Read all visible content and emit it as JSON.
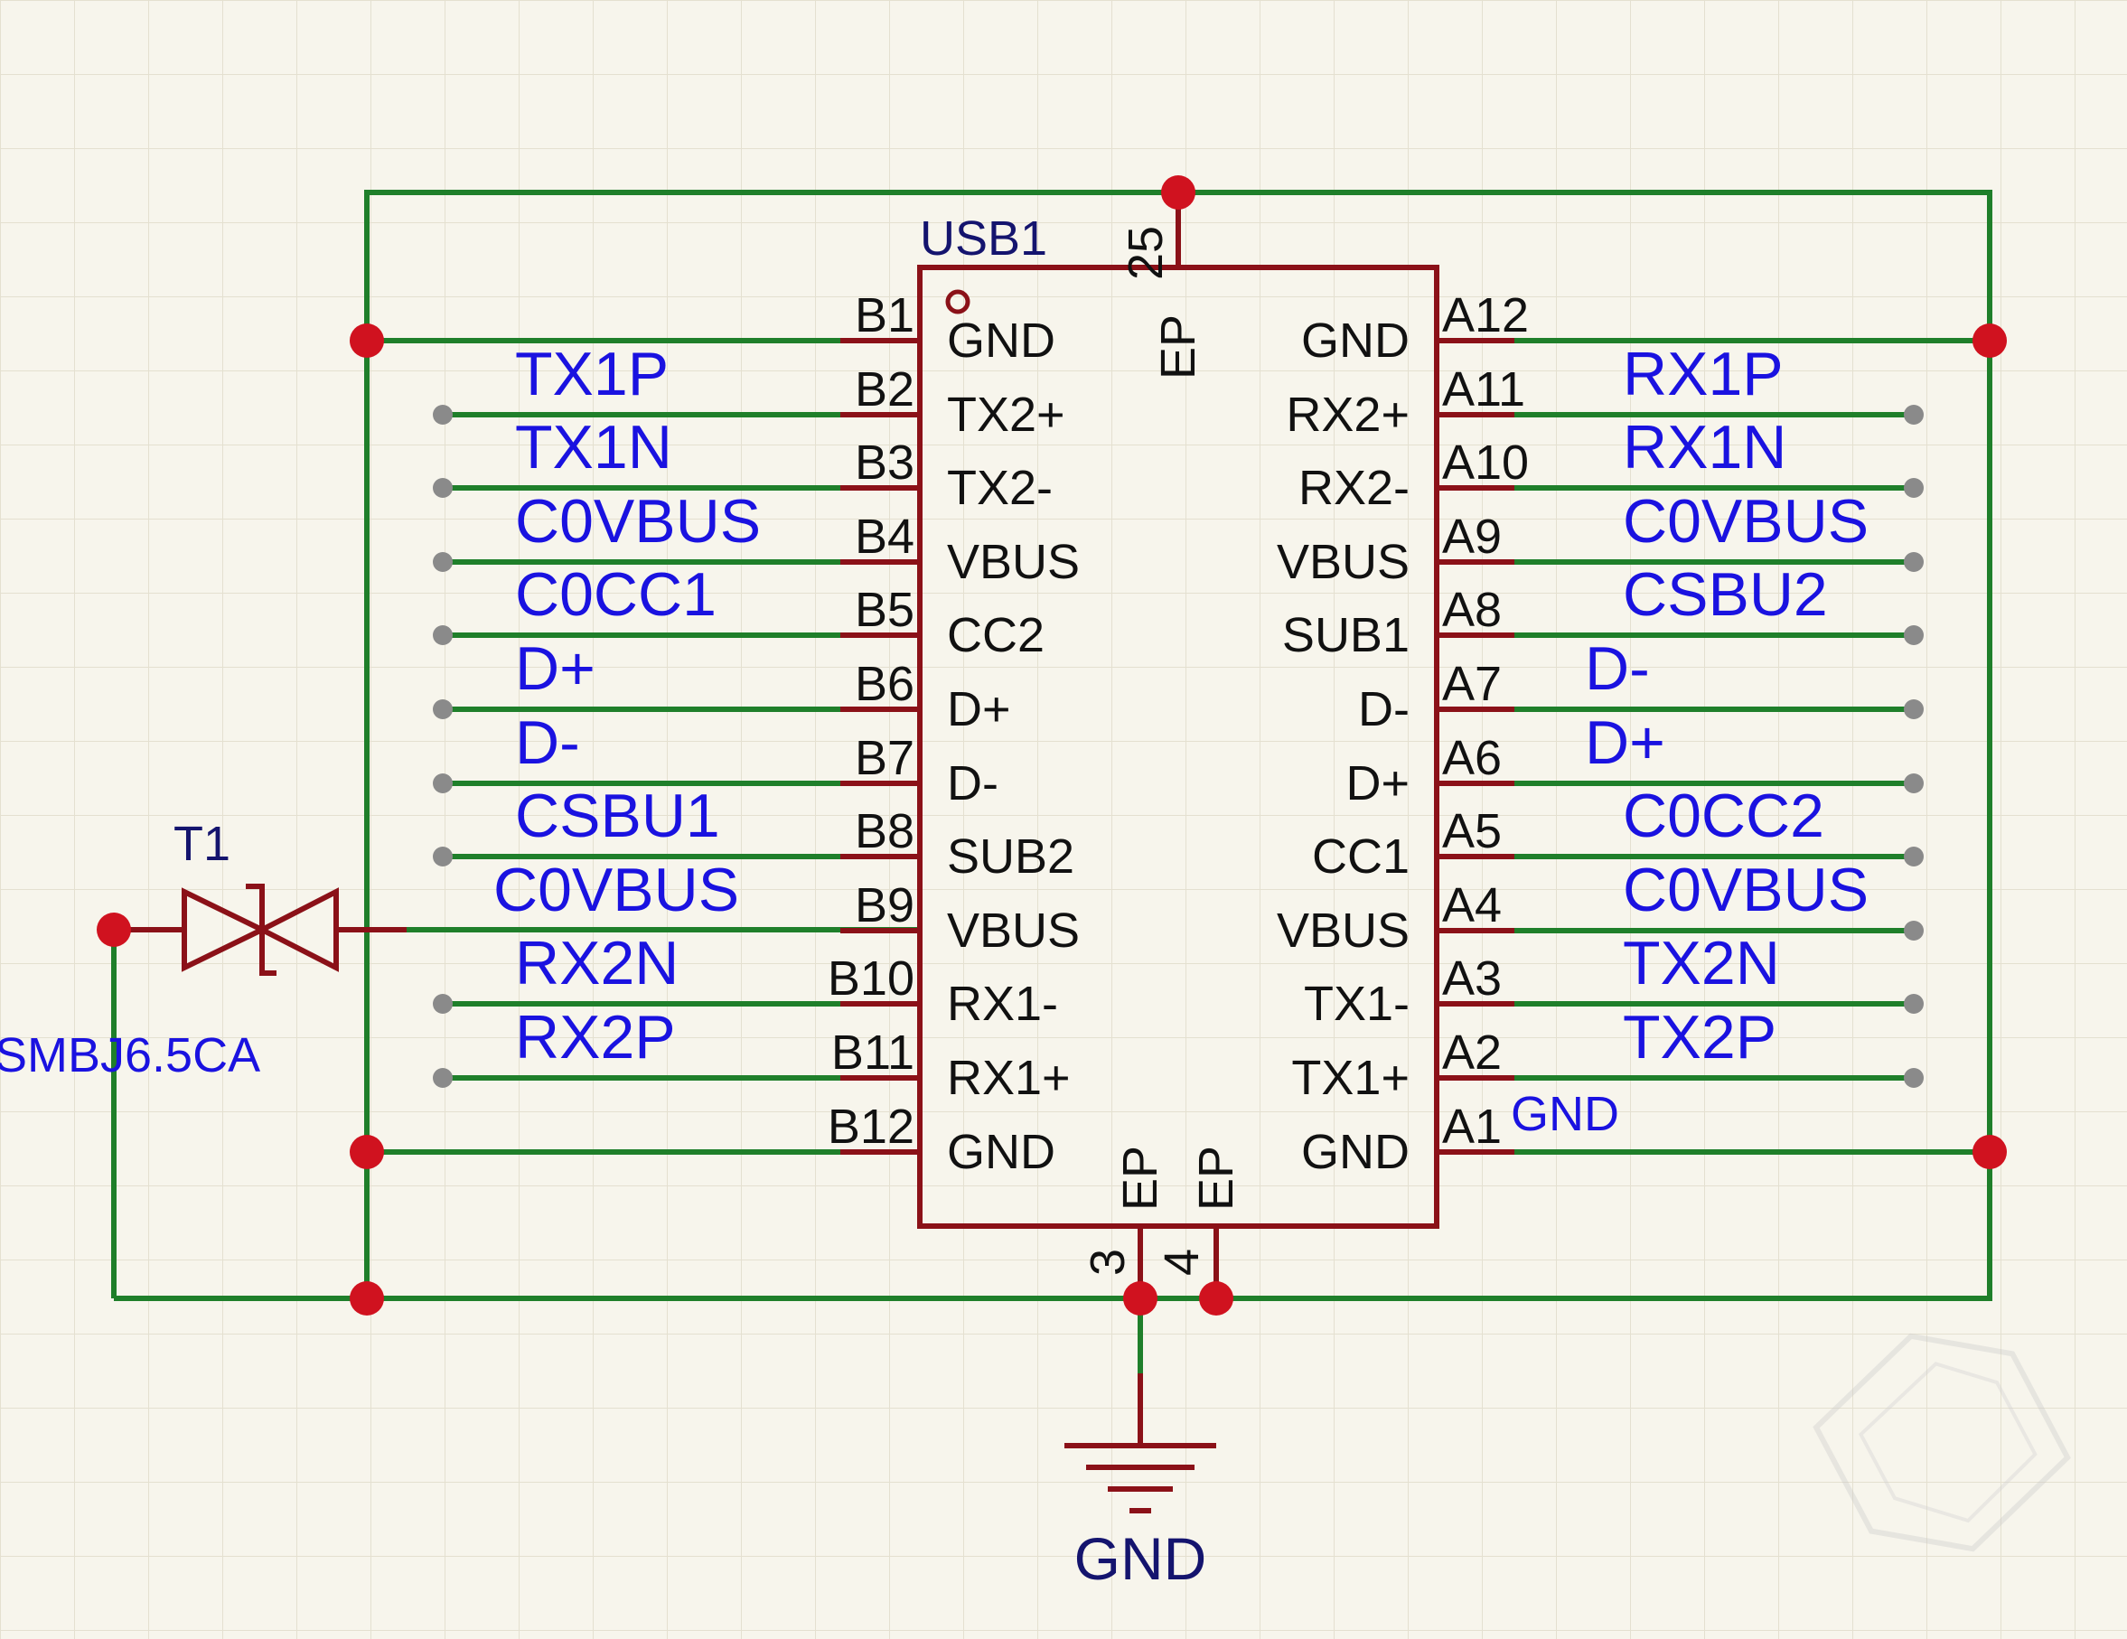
{
  "component": {
    "designator": "USB1",
    "left_pins": [
      {
        "num": "B1",
        "name": "GND",
        "net": ""
      },
      {
        "num": "B2",
        "name": "TX2+",
        "net": "TX1P"
      },
      {
        "num": "B3",
        "name": "TX2-",
        "net": "TX1N"
      },
      {
        "num": "B4",
        "name": "VBUS",
        "net": "C0VBUS"
      },
      {
        "num": "B5",
        "name": "CC2",
        "net": "C0CC1"
      },
      {
        "num": "B6",
        "name": "D+",
        "net": "D+"
      },
      {
        "num": "B7",
        "name": "D-",
        "net": "D-"
      },
      {
        "num": "B8",
        "name": "SUB2",
        "net": "CSBU1"
      },
      {
        "num": "B9",
        "name": "VBUS",
        "net": "C0VBUS"
      },
      {
        "num": "B10",
        "name": "RX1-",
        "net": "RX2N"
      },
      {
        "num": "B11",
        "name": "RX1+",
        "net": "RX2P"
      },
      {
        "num": "B12",
        "name": "GND",
        "net": ""
      }
    ],
    "right_pins": [
      {
        "num": "A12",
        "name": "GND",
        "net": ""
      },
      {
        "num": "A11",
        "name": "RX2+",
        "net": "RX1P"
      },
      {
        "num": "A10",
        "name": "RX2-",
        "net": "RX1N"
      },
      {
        "num": "A9",
        "name": "VBUS",
        "net": "C0VBUS"
      },
      {
        "num": "A8",
        "name": "SUB1",
        "net": "CSBU2"
      },
      {
        "num": "A7",
        "name": "D-",
        "net": "D-"
      },
      {
        "num": "A6",
        "name": "D+",
        "net": "D+"
      },
      {
        "num": "A5",
        "name": "CC1",
        "net": "C0CC2"
      },
      {
        "num": "A4",
        "name": "VBUS",
        "net": "C0VBUS"
      },
      {
        "num": "A3",
        "name": "TX1-",
        "net": "TX2N"
      },
      {
        "num": "A2",
        "name": "TX1+",
        "net": "TX2P"
      },
      {
        "num": "A1",
        "name": "GND",
        "net": "GND"
      }
    ],
    "ep_top": {
      "num": "25",
      "name": "EP"
    },
    "ep_bottom": [
      {
        "num": "3",
        "name": "EP"
      },
      {
        "num": "4",
        "name": "EP"
      }
    ]
  },
  "tvs": {
    "designator": "T1",
    "value": "SMBJ6.5CA"
  },
  "ground": {
    "label": "GND"
  },
  "colors": {
    "wire": "#1f7f2a",
    "component": "#8b1118",
    "junction": "#d0121f",
    "net_label": "#1a12e0",
    "designator": "#14146e",
    "background": "#f7f5ec"
  }
}
